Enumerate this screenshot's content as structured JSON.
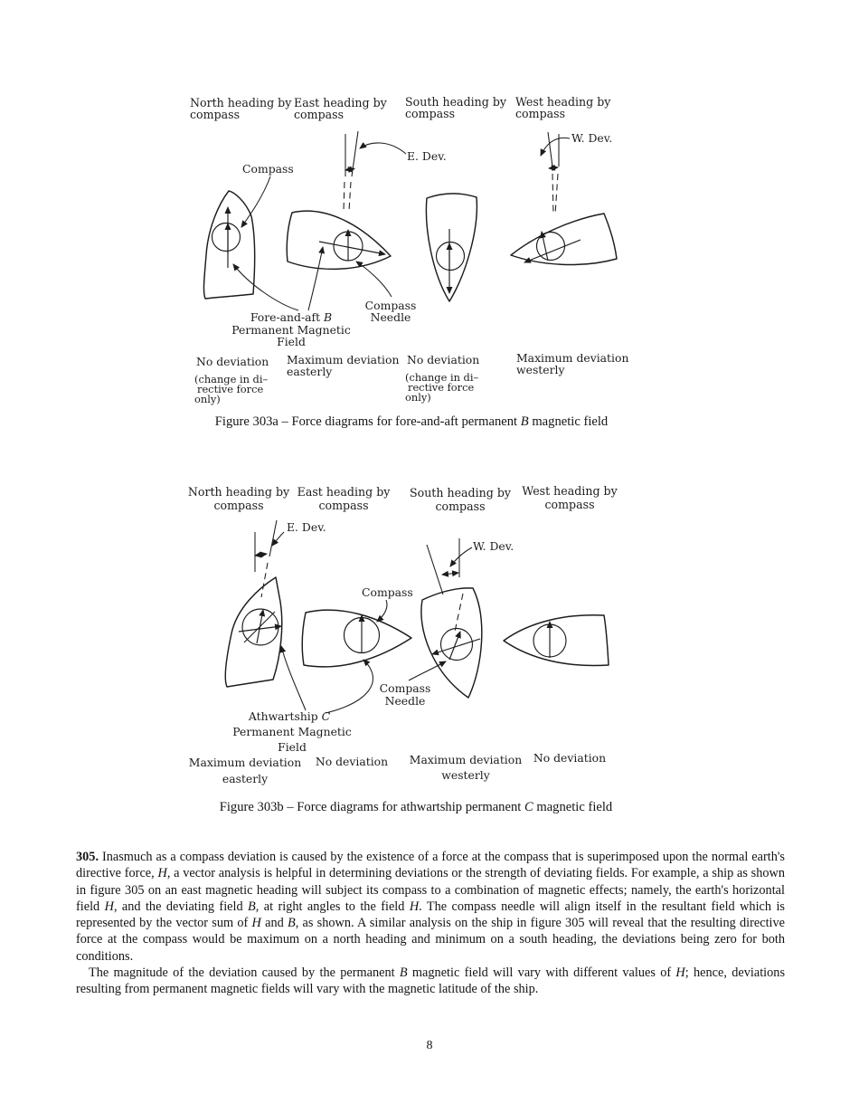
{
  "colors": {
    "ink": "#1c1c1c",
    "paper": "#ffffff"
  },
  "figure_a": {
    "headings": [
      {
        "line1": "North heading by",
        "line2": "compass"
      },
      {
        "line1": "East heading by",
        "line2": "compass"
      },
      {
        "line1": "South heading by",
        "line2": "compass"
      },
      {
        "line1": "West heading by",
        "line2": "compass"
      }
    ],
    "compass_label": "Compass",
    "e_dev_label": "E. Dev.",
    "w_dev_label": "W. Dev.",
    "field_label": {
      "line1_pre": "Fore-and-aft ",
      "line1_var": "B",
      "line2": "Permanent Magnetic",
      "line3": "Field"
    },
    "needle_label": {
      "line1": "Compass",
      "line2": "Needle"
    },
    "results": [
      {
        "line1": "No deviation",
        "line2": "(change in di–",
        "line3": "rective force",
        "line4": "only)"
      },
      {
        "line1": "Maximum deviation",
        "line2": "easterly"
      },
      {
        "line1": "No deviation",
        "line2": "(change in di–",
        "line3": "rective force",
        "line4": "only)"
      },
      {
        "line1": "Maximum deviation",
        "line2": "westerly"
      }
    ],
    "caption": {
      "pre": "Figure 303a – Force diagrams for fore-and-aft permanent ",
      "var": "B",
      "post": " magnetic field"
    }
  },
  "figure_b": {
    "headings": [
      {
        "line1": "North heading by",
        "line2": "compass"
      },
      {
        "line1": "East heading by",
        "line2": "compass"
      },
      {
        "line1": "South heading by",
        "line2": "compass"
      },
      {
        "line1": "West heading by",
        "line2": "compass"
      }
    ],
    "compass_label": "Compass",
    "e_dev_label": "E. Dev.",
    "w_dev_label": "W. Dev.",
    "field_label": {
      "line1_pre": "Athwartship ",
      "line1_var": "C",
      "line2": "Permanent Magnetic",
      "line3": "Field"
    },
    "needle_label": {
      "line1": "Compass",
      "line2": "Needle"
    },
    "results": [
      {
        "line1": "Maximum deviation",
        "line2": "easterly"
      },
      {
        "line1": "No deviation",
        "line2": ""
      },
      {
        "line1": "Maximum deviation",
        "line2": "westerly"
      },
      {
        "line1": "No deviation",
        "line2": ""
      }
    ],
    "caption": {
      "pre": "Figure 303b – Force diagrams for athwartship permanent ",
      "var": "C",
      "post": " magnetic field"
    }
  },
  "body": {
    "para1": [
      {
        "t": "305.",
        "b": true
      },
      {
        "t": " Inasmuch as a compass deviation is caused by the existence of a force at the compass that is superimposed upon the normal earth's directive force, "
      },
      {
        "t": "H",
        "i": true
      },
      {
        "t": ", a vector analysis is helpful in determining deviations or the strength of deviating fields. For example, a ship as shown in figure 305 on an east magnetic heading will subject its compass to a combination of magnetic effects; namely, the earth's horizontal field "
      },
      {
        "t": "H",
        "i": true
      },
      {
        "t": ", and the deviating field "
      },
      {
        "t": "B",
        "i": true
      },
      {
        "t": ", at right angles to the field "
      },
      {
        "t": "H",
        "i": true
      },
      {
        "t": ". The compass needle will align itself in the resultant field which is represented by the vector sum of "
      },
      {
        "t": "H",
        "i": true
      },
      {
        "t": " and "
      },
      {
        "t": "B",
        "i": true
      },
      {
        "t": ", as shown. A similar analysis on the ship in figure 305 will reveal that the resulting directive force at the compass would be maximum on a north heading and minimum on a south heading, the deviations being zero for both conditions."
      }
    ],
    "para2": [
      {
        "t": "The magnitude of the deviation caused by the permanent "
      },
      {
        "t": "B",
        "i": true
      },
      {
        "t": " magnetic field will vary with different values of "
      },
      {
        "t": "H",
        "i": true
      },
      {
        "t": "; hence, deviations resulting from permanent magnetic fields will vary with the magnetic latitude of the ship."
      }
    ]
  },
  "page": {
    "number": "8"
  }
}
